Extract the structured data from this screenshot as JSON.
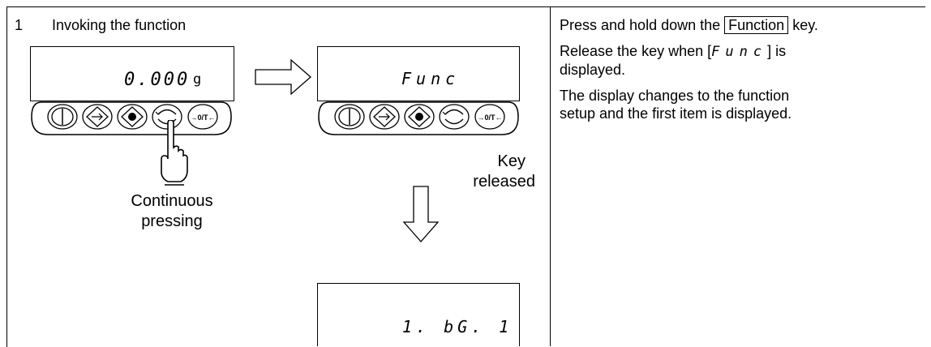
{
  "step": {
    "number": "1",
    "title": "Invoking the function"
  },
  "displays": {
    "initial": {
      "main": "0.000",
      "unit": "g"
    },
    "func": "Func",
    "first_item": "1. bG. 1"
  },
  "captions": {
    "continuous_line1": "Continuous",
    "continuous_line2": "pressing",
    "released_line1": "Key",
    "released_line2": "released"
  },
  "instructions": {
    "line1_prefix": "Press and hold down the ",
    "line1_key": "Function",
    "line1_suffix": " key.",
    "line2_prefix": "Release the key when [",
    "line2_display": "Func",
    "line2_suffix": "] is",
    "line3": "displayed.",
    "line4": "The display changes to the function",
    "line5": "setup and the first item is displayed."
  },
  "keys": [
    "power-icon",
    "print-icon",
    "calibrate-icon",
    "function-icon",
    "tare-icon"
  ],
  "key_label_tare": "→0/T←"
}
